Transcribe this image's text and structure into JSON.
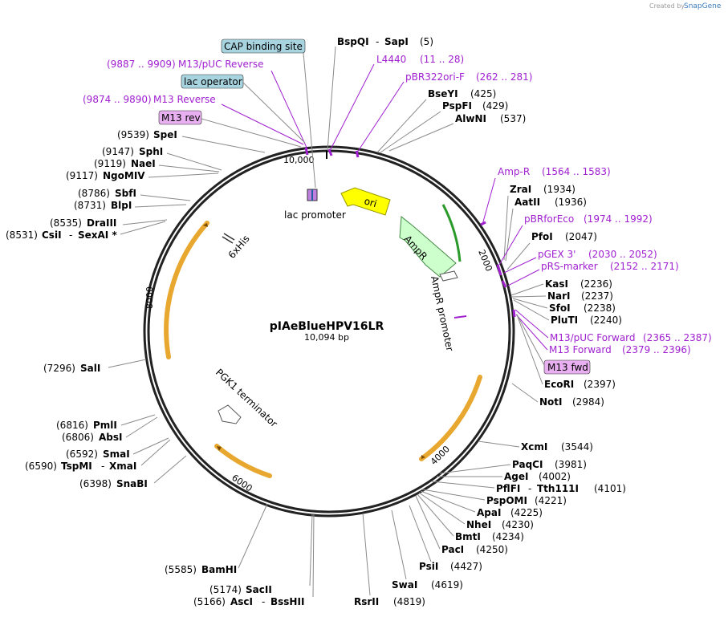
{
  "credit": {
    "created_by": "Created by",
    "brand": "SnapGene"
  },
  "plasmid": {
    "name": "pIAeBlueHPV16LR",
    "size": "10,094 bp"
  },
  "ticks": {
    "t2000": "2000",
    "t4000": "4000",
    "t6000": "6000",
    "t8000": "8000",
    "t10000": "10,000"
  },
  "features": {
    "ori": "ori",
    "ampr": "AmpR",
    "ampr_promoter": "AmpR promoter",
    "lac_promoter": "lac promoter",
    "his": "6xHis",
    "pgk1": "PGK1 terminator"
  },
  "boxed": {
    "cap": "CAP binding site",
    "lac_op": "lac operator",
    "m13rev": "M13 rev",
    "m13fwd": "M13 fwd"
  },
  "primers": {
    "m13puc_rev_range": "(9887 .. 9909)",
    "m13puc_rev": "M13/pUC Reverse",
    "m13_rev_range": "(9874 .. 9890)",
    "m13_rev": "M13 Reverse",
    "l4440": "L4440",
    "l4440_range": "(11 .. 28)",
    "pbr322": "pBR322ori-F",
    "pbr322_range": "(262 .. 281)",
    "ampr_p": "Amp-R",
    "ampr_p_range": "(1564 .. 1583)",
    "pbrforeco": "pBRforEco",
    "pbrforeco_range": "(1974 .. 1992)",
    "pgex": "pGEX 3'",
    "pgex_range": "(2030 .. 2052)",
    "prs": "pRS-marker",
    "prs_range": "(2152 .. 2171)",
    "m13puc_fwd": "M13/pUC Forward",
    "m13puc_fwd_range": "(2365 .. 2387)",
    "m13_fwd": "M13 Forward",
    "m13_fwd_range": "(2379 .. 2396)"
  },
  "enzymes": {
    "bspqi": "BspQI",
    "sapi": "SapI",
    "bspqi_pos": "(5)",
    "bseyi": "BseYI",
    "bseyi_pos": "(425)",
    "pspfi": "PspFI",
    "pspfi_pos": "(429)",
    "alwni": "AlwNI",
    "alwni_pos": "(537)",
    "zrai": "ZraI",
    "zrai_pos": "(1934)",
    "aatii": "AatII",
    "aatii_pos": "(1936)",
    "pfoi": "PfoI",
    "pfoi_pos": "(2047)",
    "kasi": "KasI",
    "kasi_pos": "(2236)",
    "nari": "NarI",
    "nari_pos": "(2237)",
    "sfoi": "SfoI",
    "sfoi_pos": "(2238)",
    "pluti": "PluTI",
    "pluti_pos": "(2240)",
    "ecori": "EcoRI",
    "ecori_pos": "(2397)",
    "noti": "NotI",
    "noti_pos": "(2984)",
    "xcmi": "XcmI",
    "xcmi_pos": "(3544)",
    "paqci": "PaqCI",
    "paqci_pos": "(3981)",
    "agei": "AgeI",
    "agei_pos": "(4002)",
    "pflfi": "PflFI",
    "tth111i": "Tth111I",
    "pflfi_pos": "(4101)",
    "pspomi": "PspOMI",
    "pspomi_pos": "(4221)",
    "apai": "ApaI",
    "apai_pos": "(4225)",
    "nhei": "NheI",
    "nhei_pos": "(4230)",
    "bmti": "BmtI",
    "bmti_pos": "(4234)",
    "paci": "PacI",
    "paci_pos": "(4250)",
    "psii": "PsiI",
    "psii_pos": "(4427)",
    "swai": "SwaI",
    "swai_pos": "(4619)",
    "rsrii": "RsrII",
    "rsrii_pos": "(4819)",
    "bamhi": "BamHI",
    "bamhi_pos": "(5585)",
    "sacii": "SacII",
    "sacii_pos": "(5174)",
    "asci": "AscI",
    "bsshii": "BssHII",
    "asci_pos": "(5166)",
    "snabi": "SnaBI",
    "snabi_pos": "(6398)",
    "tspmi": "TspMI",
    "xmai": "XmaI",
    "tspmi_pos": "(6590)",
    "smai": "SmaI",
    "smai_pos": "(6592)",
    "absi": "AbsI",
    "absi_pos": "(6806)",
    "pmli": "PmlI",
    "pmli_pos": "(6816)",
    "sali": "SalI",
    "sali_pos": "(7296)",
    "csii": "CsiI",
    "sexai": "SexAI *",
    "csii_pos": "(8531)",
    "draiii": "DraIII",
    "draiii_pos": "(8535)",
    "blpi": "BlpI",
    "blpi_pos": "(8731)",
    "sbfi": "SbfI",
    "sbfi_pos": "(8786)",
    "ngomiv": "NgoMIV",
    "ngomiv_pos": "(9117)",
    "naei": "NaeI",
    "naei_pos": "(9119)",
    "sphi": "SphI",
    "sphi_pos": "(9147)",
    "spei": "SpeI",
    "spei_pos": "(9539)"
  },
  "colors": {
    "ori": "#ffff00",
    "ampr": "#ccffcc",
    "orf": "#f5b942",
    "primer": "#a020d0",
    "box_blue": "#a8d4e0",
    "box_pink": "#e8b0f0"
  }
}
